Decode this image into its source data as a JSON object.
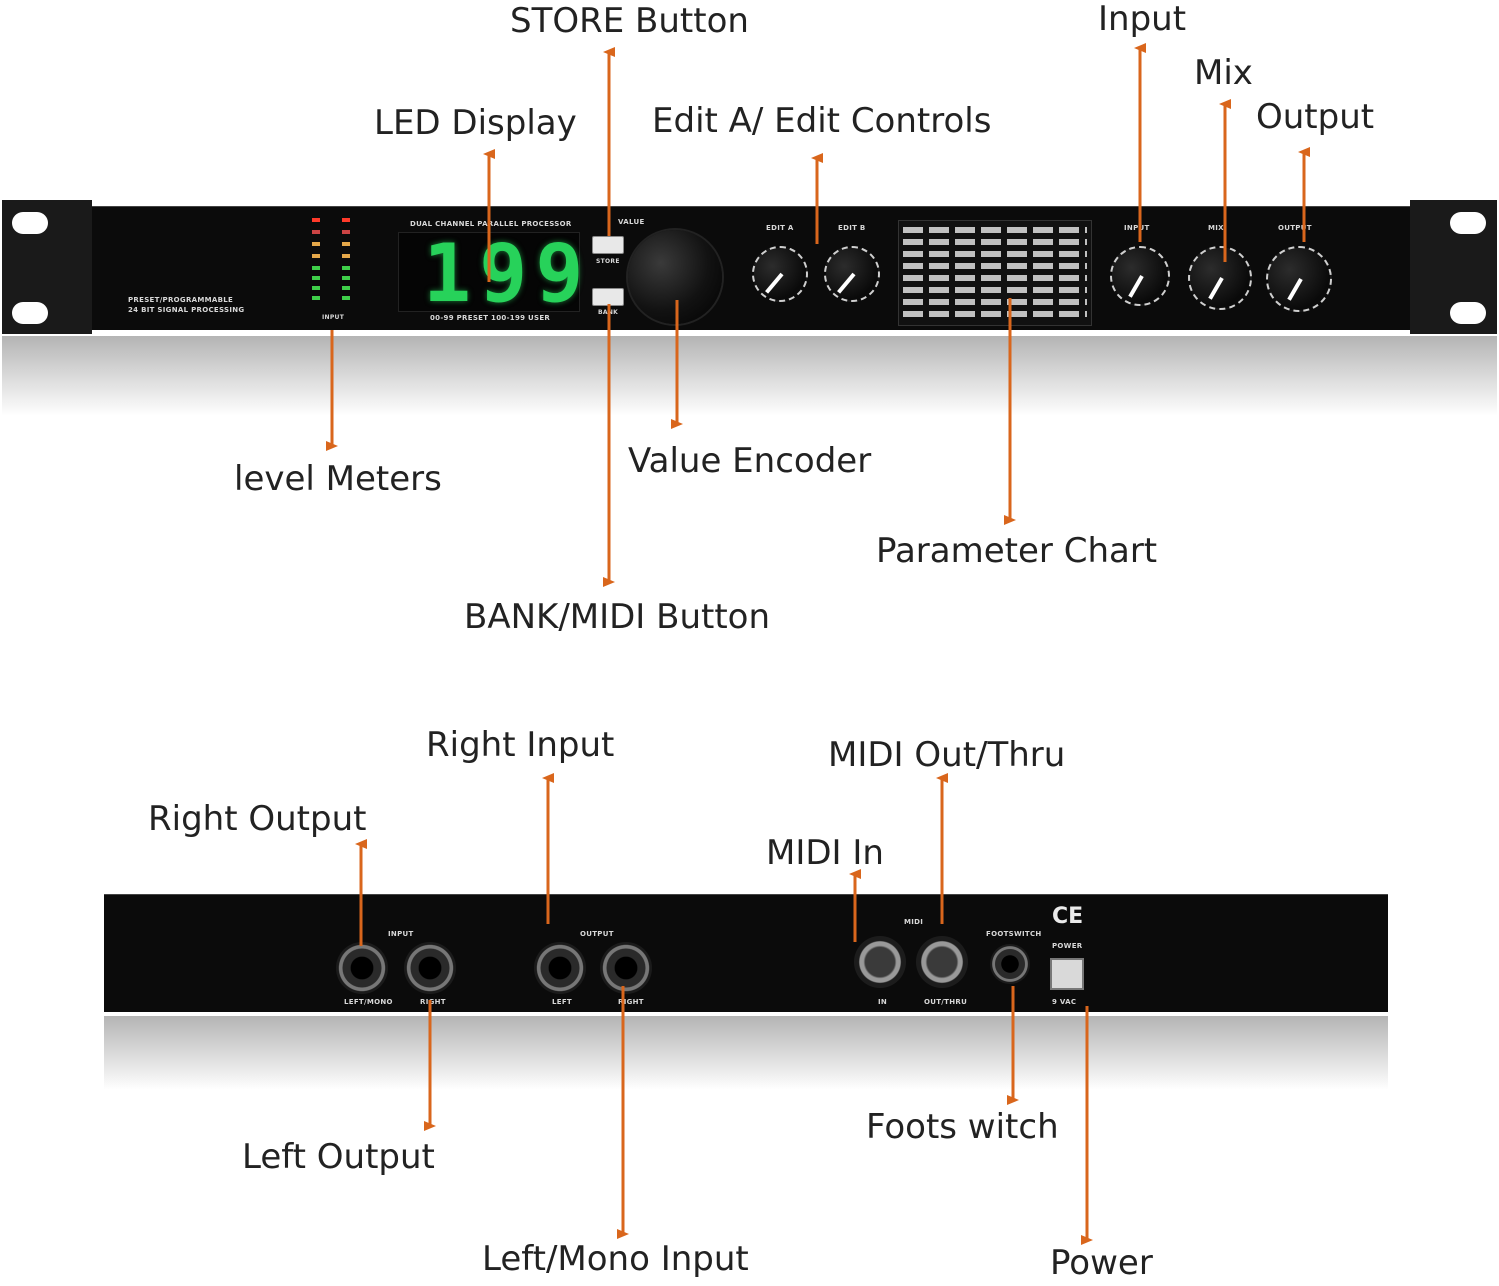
{
  "front_panel": {
    "led_value": "199",
    "panel_title": "DUAL CHANNEL PARALLEL PROCESSOR",
    "brand_line1": "PRESET/PROGRAMMABLE",
    "brand_line2": "24 BIT SIGNAL PROCESSING",
    "led_caption": "00-99 PRESET  100-199 USER",
    "value_label": "VALUE",
    "store_label": "STORE",
    "bank_label": "BANK",
    "meter_label": "INPUT",
    "edit_a_label": "EDIT A",
    "edit_b_label": "EDIT B",
    "input_label": "INPUT",
    "mix_label": "MIX",
    "output_label": "OUTPUT"
  },
  "rear_panel": {
    "input_group": "INPUT",
    "output_group": "OUTPUT",
    "midi_group": "MIDI",
    "left_mono": "LEFT/MONO",
    "right": "RIGHT",
    "left": "LEFT",
    "right2": "RIGHT",
    "midi_in": "IN",
    "midi_out": "OUT/THRU",
    "footswitch": "FOOTSWITCH",
    "power": "POWER",
    "ce": "CE",
    "voltage": "9 VAC"
  },
  "callouts": {
    "store_button": "STORE Button",
    "input": "Input",
    "mix": "Mix",
    "led_display": "LED Display",
    "edit_controls": "Edit A/ Edit Controls",
    "output": "Output",
    "level_meters": "level Meters",
    "value_encoder": "Value Encoder",
    "parameter_chart": "Parameter Chart",
    "bank_midi_button": "BANK/MIDI Button",
    "right_input": "Right Input",
    "midi_out_thru": "MIDI Out/Thru",
    "right_output": "Right Output",
    "midi_in": "MIDI In",
    "foots_witch": "Foots witch",
    "left_output": "Left Output",
    "left_mono_input": "Left/Mono Input",
    "power": "Power"
  },
  "colors": {
    "arrow": "#d9661c",
    "led": "#27d25a",
    "panel": "#0b0b0b"
  }
}
